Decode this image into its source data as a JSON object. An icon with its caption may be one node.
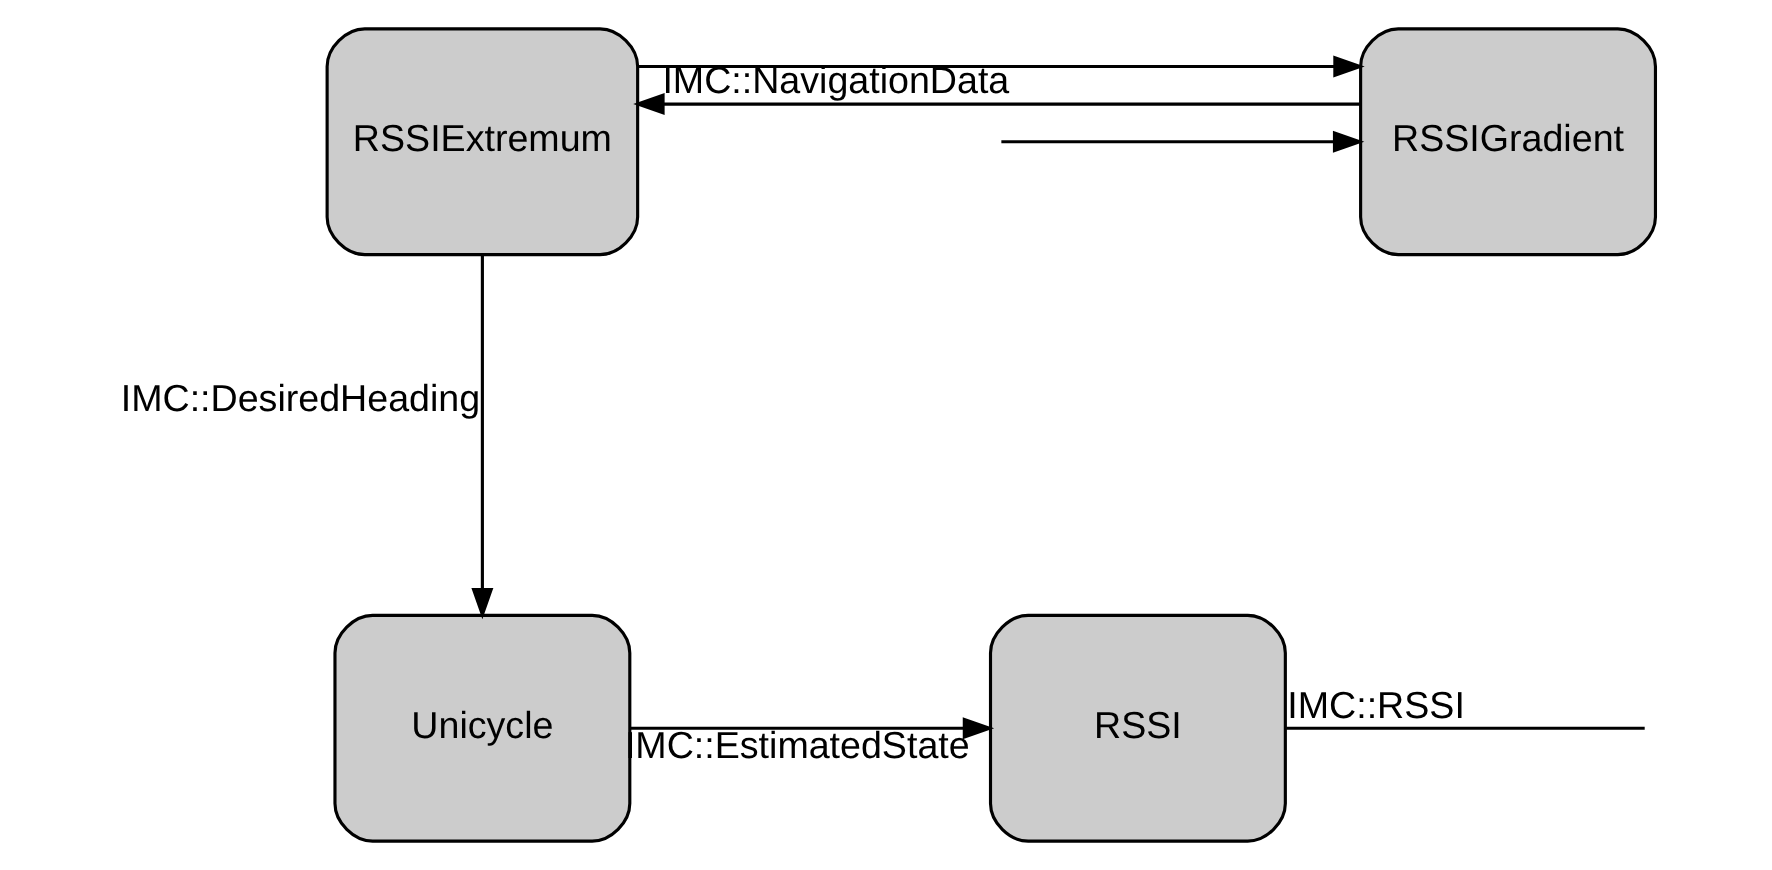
{
  "diagram": {
    "nodes": [
      {
        "text": [
          "RSSIExtremum"
        ]
      },
      {
        "text": [
          "RSSIGradient"
        ]
      },
      {
        "text": [
          "Unicycle"
        ]
      },
      {
        "text": [
          "RSSI"
        ]
      }
    ],
    "edges": [
      {
        "from": 1,
        "to": 0,
        "arrow": "to",
        "label": "IMC::NavigationData"
      },
      {
        "from": 0,
        "to": 2,
        "arrow": "to",
        "label": "IMC::DesiredHeading"
      },
      {
        "from": 0,
        "to": 1,
        "arrow": "to"
      },
      {
        "from": 2,
        "to": 3,
        "arrow": "to",
        "label": "IMC::EstimatedState"
      },
      {
        "from": 3,
        "to": null,
        "arrow": "none",
        "label": "IMC::RSSI"
      },
      {
        "from": null,
        "to": 1,
        "arrow": "to"
      }
    ]
  }
}
